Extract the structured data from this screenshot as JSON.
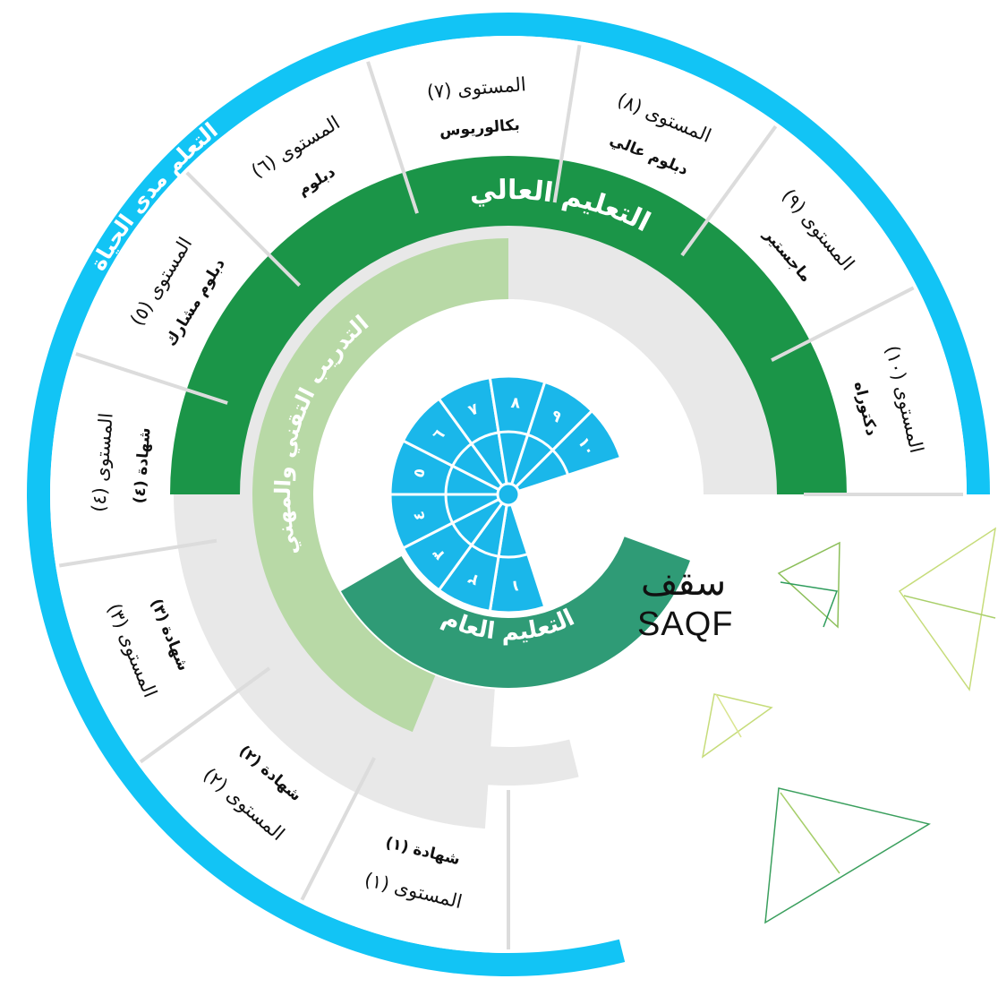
{
  "colors": {
    "outer_ring": "#12c4f5",
    "higher_education": "#1b9548",
    "technical_training": "#b8d9a6",
    "general_education": "#2f9b76",
    "hub": "#1ab7ea",
    "neutral_band": "#e8e8e8",
    "outer_band": "#ffffff",
    "divider": "#dcdcdc"
  },
  "lifelong_learning": "التعلم مدى الحياة",
  "higher_education": "التعليم العالي",
  "technical_training": "التدريب التقني والمهني",
  "general_education": "التعليم العام",
  "brand": {
    "arabic": "سقف",
    "english": "SAQF"
  },
  "levels": [
    {
      "level": "المستوى (١)",
      "certificate": "شهادة (١)"
    },
    {
      "level": "المستوى (٢)",
      "certificate": "شهادة (٢)"
    },
    {
      "level": "المستوى (٣)",
      "certificate": "شهادة (٣)"
    },
    {
      "level": "المستوى (٤)",
      "certificate": "شهادة (٤)"
    },
    {
      "level": "المستوى (٥)",
      "certificate": "دبلوم مشارك"
    },
    {
      "level": "المستوى (٦)",
      "certificate": "دبلوم"
    },
    {
      "level": "المستوى (٧)",
      "certificate": "بكالوريوس"
    },
    {
      "level": "المستوى (٨)",
      "certificate": "دبلوم عالي"
    },
    {
      "level": "المستوى (٩)",
      "certificate": "ماجستير"
    },
    {
      "level": "المستوى (١٠)",
      "certificate": "دكتوراه"
    }
  ],
  "hub_numbers": [
    "١",
    "٢",
    "٣",
    "٤",
    "٥",
    "٦",
    "٧",
    "٨",
    "٩",
    "١٠"
  ]
}
